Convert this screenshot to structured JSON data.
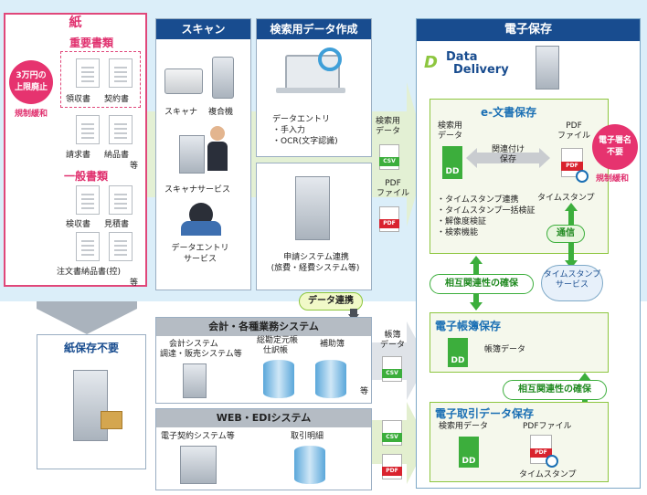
{
  "paper": {
    "title": "紙",
    "important": "重要書類",
    "badge": "3万円の上限廃止",
    "deregulation": "規制緩和",
    "items_important": [
      "領収書",
      "契約書",
      "請求書",
      "納品書"
    ],
    "etc": "等",
    "general": "一般書類",
    "items_general": [
      "検収書",
      "見積書",
      "注文書納品書(控)"
    ]
  },
  "no_paper": "紙保存不要",
  "scan": {
    "title": "スキャン",
    "scanner": "スキャナ",
    "mfp": "複合機",
    "service": "スキャナサービス",
    "data_entry": "データエントリ\nサービス"
  },
  "search_data": {
    "title": "検索用データ作成",
    "entry": "データエントリ",
    "manual": "・手入力",
    "ocr": "・OCR(文字認識)"
  },
  "apply": {
    "label": "申請システム連携",
    "sub": "(旅費・経費システム等)",
    "data_link": "データ連携"
  },
  "accounting": {
    "title": "会計・各種業務システム",
    "sys1": "会計システム",
    "sys1b": "調達・販売システム等",
    "sys2": "総勘定元帳",
    "sys2b": "仕訳帳",
    "sys3": "補助簿",
    "etc": "等",
    "book_data": "帳簿\nデータ"
  },
  "web": {
    "title": "WEB・EDIシステム",
    "contract": "電子契約システム等",
    "statement": "取引明細"
  },
  "transfer": {
    "search_data": "検索用\nデータ",
    "pdf_file": "PDF\nファイル",
    "csv": "CSV",
    "pdf": "PDF"
  },
  "electronic": {
    "title": "電子保存",
    "logo_line1": "Data",
    "logo_line2": "Delivery",
    "ebunsho": "e-文書保存",
    "search_data": "検索用\nデータ",
    "link_save": "関連付け\n保存",
    "pdf_file": "PDF\nファイル",
    "timestamp": "タイムスタンプ",
    "features": [
      "・タイムスタンプ連携",
      "・タイムスタンプ一括検証",
      "・解像度検証",
      "・検索機能"
    ],
    "comm": "通信",
    "ts_service": "タイムスタンプ\nサービス",
    "no_signature": "電子署名\n不要",
    "deregulation": "規制緩和",
    "mutual1": "相互関連性の確保",
    "ledger": "電子帳簿保存",
    "ledger_data": "帳簿データ",
    "mutual2": "相互関連性の確保",
    "trade": "電子取引データ保存",
    "trade_search": "検索用データ",
    "trade_pdf": "PDFファイル",
    "trade_ts": "タイムスタンプ",
    "dd": "DD",
    "pdf": "PDF"
  },
  "colors": {
    "navy": "#184c8f",
    "pink": "#e0306e",
    "green": "#3cae3c",
    "band": "#dbeef9"
  }
}
